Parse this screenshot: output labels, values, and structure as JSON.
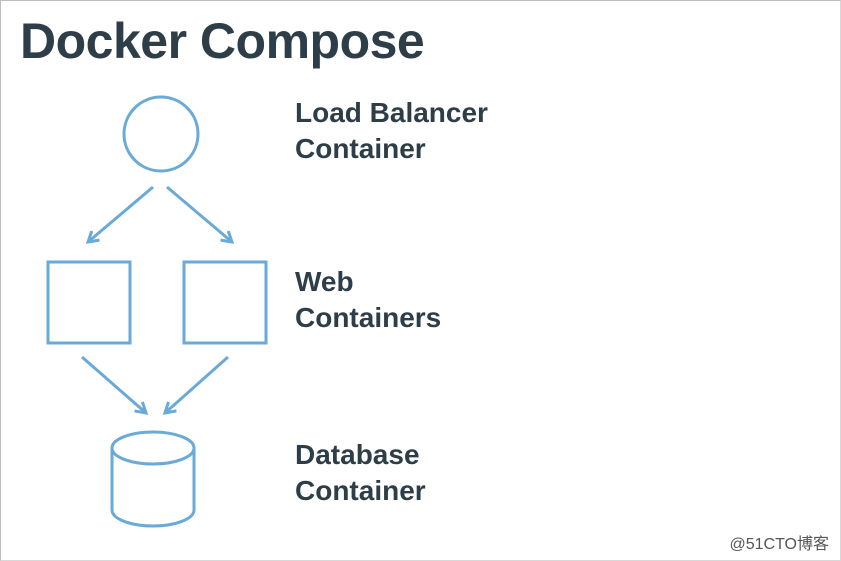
{
  "title": "Docker Compose",
  "colors": {
    "shape_stroke": "#6aaad8",
    "text": "#2e3e48"
  },
  "nodes": [
    {
      "id": "load-balancer",
      "shape": "circle-icon",
      "label_lines": [
        "Load Balancer",
        "Container"
      ]
    },
    {
      "id": "web-1",
      "shape": "square-icon"
    },
    {
      "id": "web-2",
      "shape": "square-icon"
    },
    {
      "id": "database",
      "shape": "cylinder-icon",
      "label_lines": [
        "Database",
        "Container"
      ]
    }
  ],
  "web_label_lines": [
    "Web",
    "Containers"
  ],
  "edges": [
    {
      "from": "load-balancer",
      "to": "web-1"
    },
    {
      "from": "load-balancer",
      "to": "web-2"
    },
    {
      "from": "web-1",
      "to": "database"
    },
    {
      "from": "web-2",
      "to": "database"
    }
  ],
  "watermark": "@51CTO博客"
}
